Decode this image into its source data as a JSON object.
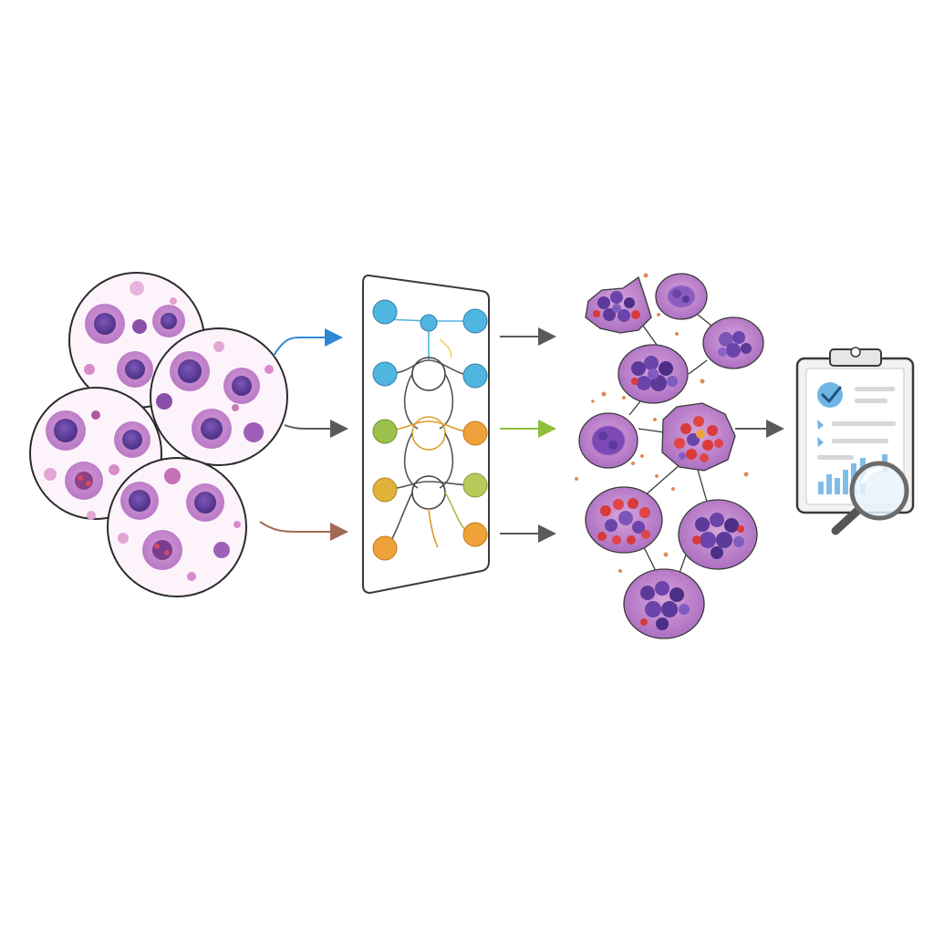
{
  "diagram": {
    "stages": [
      "tissue-slides",
      "neural-network",
      "classified-cells",
      "diagnostic-report"
    ],
    "colors": {
      "background": "#ffffff",
      "slide_outline": "#2b2b2b",
      "tissue_pink": "#e7a6d6",
      "cytoplasm": "#c884c6",
      "nucleus_purple": "#5b3a99",
      "malignant_red": "#d93a3a",
      "node_blue": "#4fb6e0",
      "node_green": "#9cc24d",
      "node_orange": "#f0a23a",
      "node_olive": "#b9c95a",
      "arrow_gray": "#5a5a5a",
      "arrow_blue": "#2f86d6",
      "arrow_green": "#8fbf3a",
      "arrow_brown": "#a06a52",
      "check_blue": "#4a9fd8",
      "chart_blue": "#6fb3e8"
    },
    "icons": [
      "checkmark-icon",
      "magnifier-icon",
      "clipboard-icon",
      "bar-chart-icon"
    ]
  }
}
